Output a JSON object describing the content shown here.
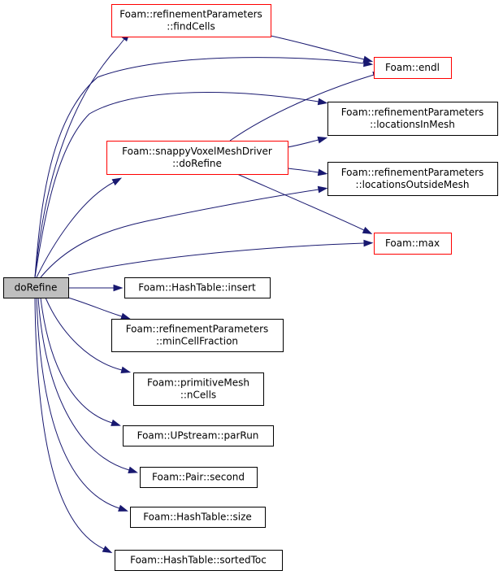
{
  "colors": {
    "edge": "#191970",
    "border_normal": "#000000",
    "border_highlight": "#ff0000",
    "focus_fill": "#bfbfbf",
    "background": "#ffffff"
  },
  "nodes": {
    "doRefine": {
      "lines": [
        "doRefine"
      ],
      "kind": "focus"
    },
    "findCells": {
      "lines": [
        "Foam::refinementParameters",
        "::findCells"
      ],
      "kind": "highlight"
    },
    "endl": {
      "lines": [
        "Foam::endl"
      ],
      "kind": "highlight"
    },
    "driverDoRefine": {
      "lines": [
        "Foam::snappyVoxelMeshDriver",
        "::doRefine"
      ],
      "kind": "highlight"
    },
    "locationsInMesh": {
      "lines": [
        "Foam::refinementParameters",
        "::locationsInMesh"
      ],
      "kind": "normal"
    },
    "locationsOutsideMesh": {
      "lines": [
        "Foam::refinementParameters",
        "::locationsOutsideMesh"
      ],
      "kind": "normal"
    },
    "max": {
      "lines": [
        "Foam::max"
      ],
      "kind": "highlight"
    },
    "insert": {
      "lines": [
        "Foam::HashTable::insert"
      ],
      "kind": "normal"
    },
    "minCellFraction": {
      "lines": [
        "Foam::refinementParameters",
        "::minCellFraction"
      ],
      "kind": "normal"
    },
    "nCells": {
      "lines": [
        "Foam::primitiveMesh",
        "::nCells"
      ],
      "kind": "normal"
    },
    "parRun": {
      "lines": [
        "Foam::UPstream::parRun"
      ],
      "kind": "normal"
    },
    "second": {
      "lines": [
        "Foam::Pair::second"
      ],
      "kind": "normal"
    },
    "size": {
      "lines": [
        "Foam::HashTable::size"
      ],
      "kind": "normal"
    },
    "sortedToc": {
      "lines": [
        "Foam::HashTable::sortedToc"
      ],
      "kind": "normal"
    }
  },
  "edges": [
    [
      "doRefine",
      "findCells"
    ],
    [
      "doRefine",
      "endl"
    ],
    [
      "doRefine",
      "locationsInMesh"
    ],
    [
      "doRefine",
      "driverDoRefine"
    ],
    [
      "doRefine",
      "locationsOutsideMesh"
    ],
    [
      "doRefine",
      "max"
    ],
    [
      "doRefine",
      "insert"
    ],
    [
      "doRefine",
      "minCellFraction"
    ],
    [
      "doRefine",
      "nCells"
    ],
    [
      "doRefine",
      "parRun"
    ],
    [
      "doRefine",
      "second"
    ],
    [
      "doRefine",
      "size"
    ],
    [
      "doRefine",
      "sortedToc"
    ],
    [
      "findCells",
      "endl"
    ],
    [
      "driverDoRefine",
      "endl"
    ],
    [
      "driverDoRefine",
      "locationsInMesh"
    ],
    [
      "driverDoRefine",
      "locationsOutsideMesh"
    ],
    [
      "driverDoRefine",
      "max"
    ]
  ]
}
